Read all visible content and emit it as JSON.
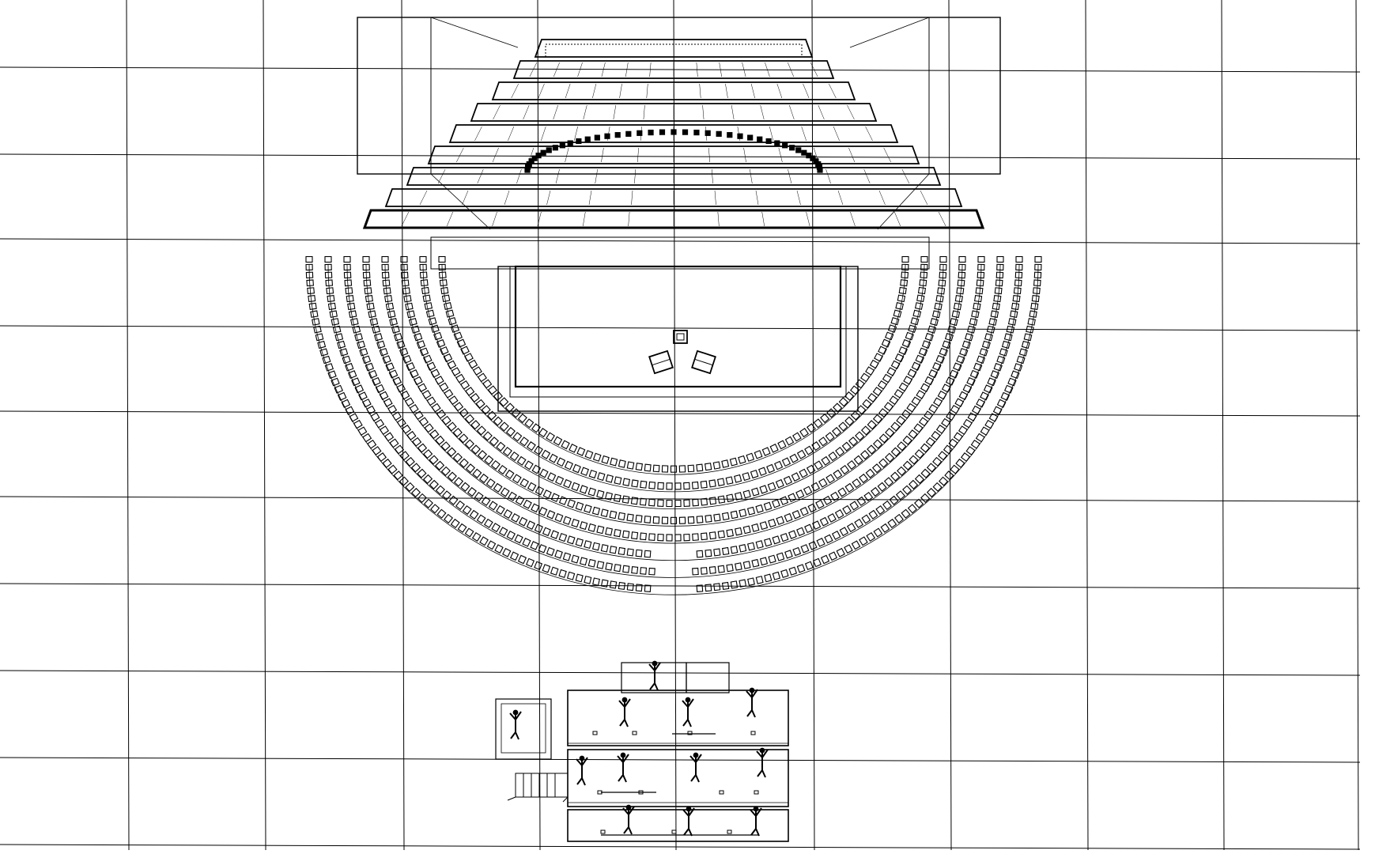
{
  "viewport": {
    "background": "#ffffff",
    "line_color": "#000000"
  },
  "floor_grid": {
    "visible": true
  },
  "stage": {
    "tier_count": 9,
    "pit_props": [
      "speaker-icon",
      "stage-monitor-icon",
      "stage-monitor-icon"
    ]
  },
  "seating": {
    "layout": "semicircle",
    "row_count": 8
  },
  "lower_blocks": {
    "platform_count": 3,
    "figure_icon": "person-figure-icon",
    "stair_icon": "staircase-icon"
  }
}
